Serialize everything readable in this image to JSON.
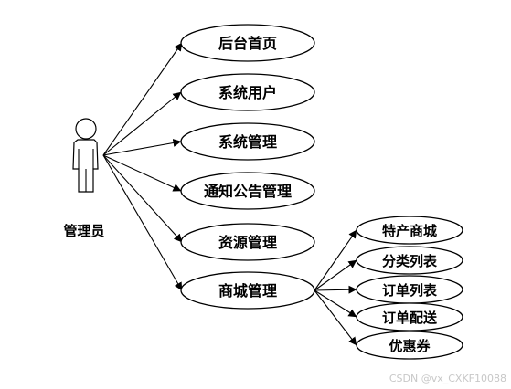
{
  "actor": {
    "label": "管理员"
  },
  "main_nodes": [
    {
      "id": "home",
      "label": "后台首页"
    },
    {
      "id": "users",
      "label": "系统用户"
    },
    {
      "id": "system",
      "label": "系统管理"
    },
    {
      "id": "notice",
      "label": "通知公告管理"
    },
    {
      "id": "resource",
      "label": "资源管理"
    },
    {
      "id": "mall",
      "label": "商城管理"
    }
  ],
  "mall_sub_nodes": [
    {
      "id": "specialty",
      "label": "特产商城"
    },
    {
      "id": "category",
      "label": "分类列表"
    },
    {
      "id": "orders",
      "label": "订单列表"
    },
    {
      "id": "delivery",
      "label": "订单配送"
    },
    {
      "id": "coupons",
      "label": "优惠券"
    }
  ],
  "watermark": {
    "text": "CSDN @vx_CXKF10088"
  },
  "colors": {
    "stroke": "#000000",
    "background": "#ffffff",
    "watermark": "#c8c8c8"
  }
}
